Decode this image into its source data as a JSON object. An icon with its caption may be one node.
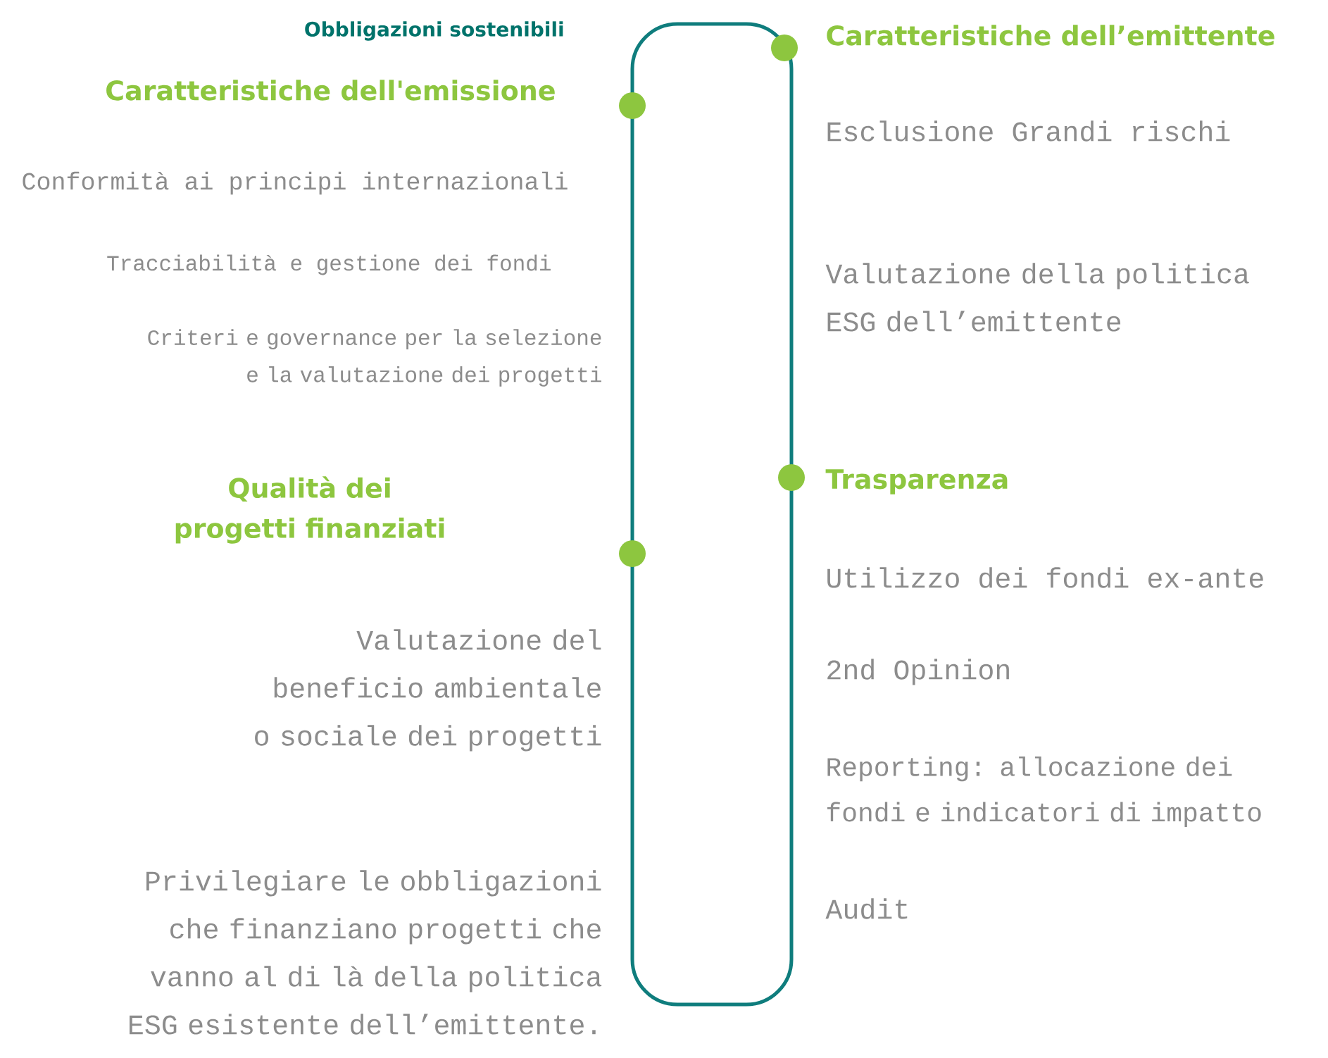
{
  "diagram": {
    "title": "Obbligazioni sostenibili",
    "labels": [
      "Caratteristiche dell'emissione",
      "Conformità ai principi internazionali",
      "Tracciabilità e gestione dei fondi",
      "Criteri e governance per la selezione e la valutazione dei progetti",
      "Qualità dei progetti finanziati",
      "Valutazione del beneficio ambientale o sociale dei progetti",
      "Privilegiare le obbligazioni che finanziano progetti che vanno al di là della politica ESG esistente dell’emittente.",
      "Caratteristiche dell’emittente",
      "Esclusione Grandi rischi",
      "Valutazione della politica ESG dell’emittente",
      "Trasparenza",
      "Utilizzo dei fondi ex-ante",
      "2nd Opinion",
      "Reporting: allocazione dei fondi e indicatori di impatto",
      "Audit"
    ]
  }
}
